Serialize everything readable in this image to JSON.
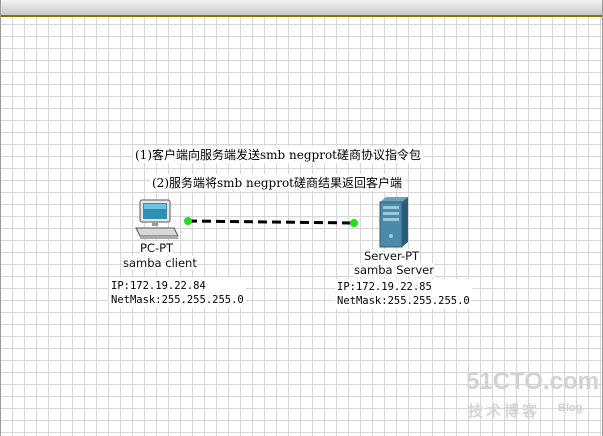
{
  "notes": {
    "step1": "(1)客户端向服务端发送smb negprot磋商协议指令包",
    "step2": "(2)服务端将smb negprot磋商结果返回客户端"
  },
  "client": {
    "model": "PC-PT",
    "name": "samba client",
    "ip": "IP:172.19.22.84",
    "netmask": "NetMask:255.255.255.0",
    "icon": "pc-icon"
  },
  "server": {
    "model": "Server-PT",
    "name": "samba Server",
    "ip": "IP:172.19.22.85",
    "netmask": "NetMask:255.255.255.0",
    "icon": "server-icon"
  },
  "link": {
    "status_color": "#22e01e",
    "style": "dashed"
  },
  "watermark": {
    "site": "51CTO.com",
    "tagline": "技术博客",
    "blog": "Blog"
  }
}
